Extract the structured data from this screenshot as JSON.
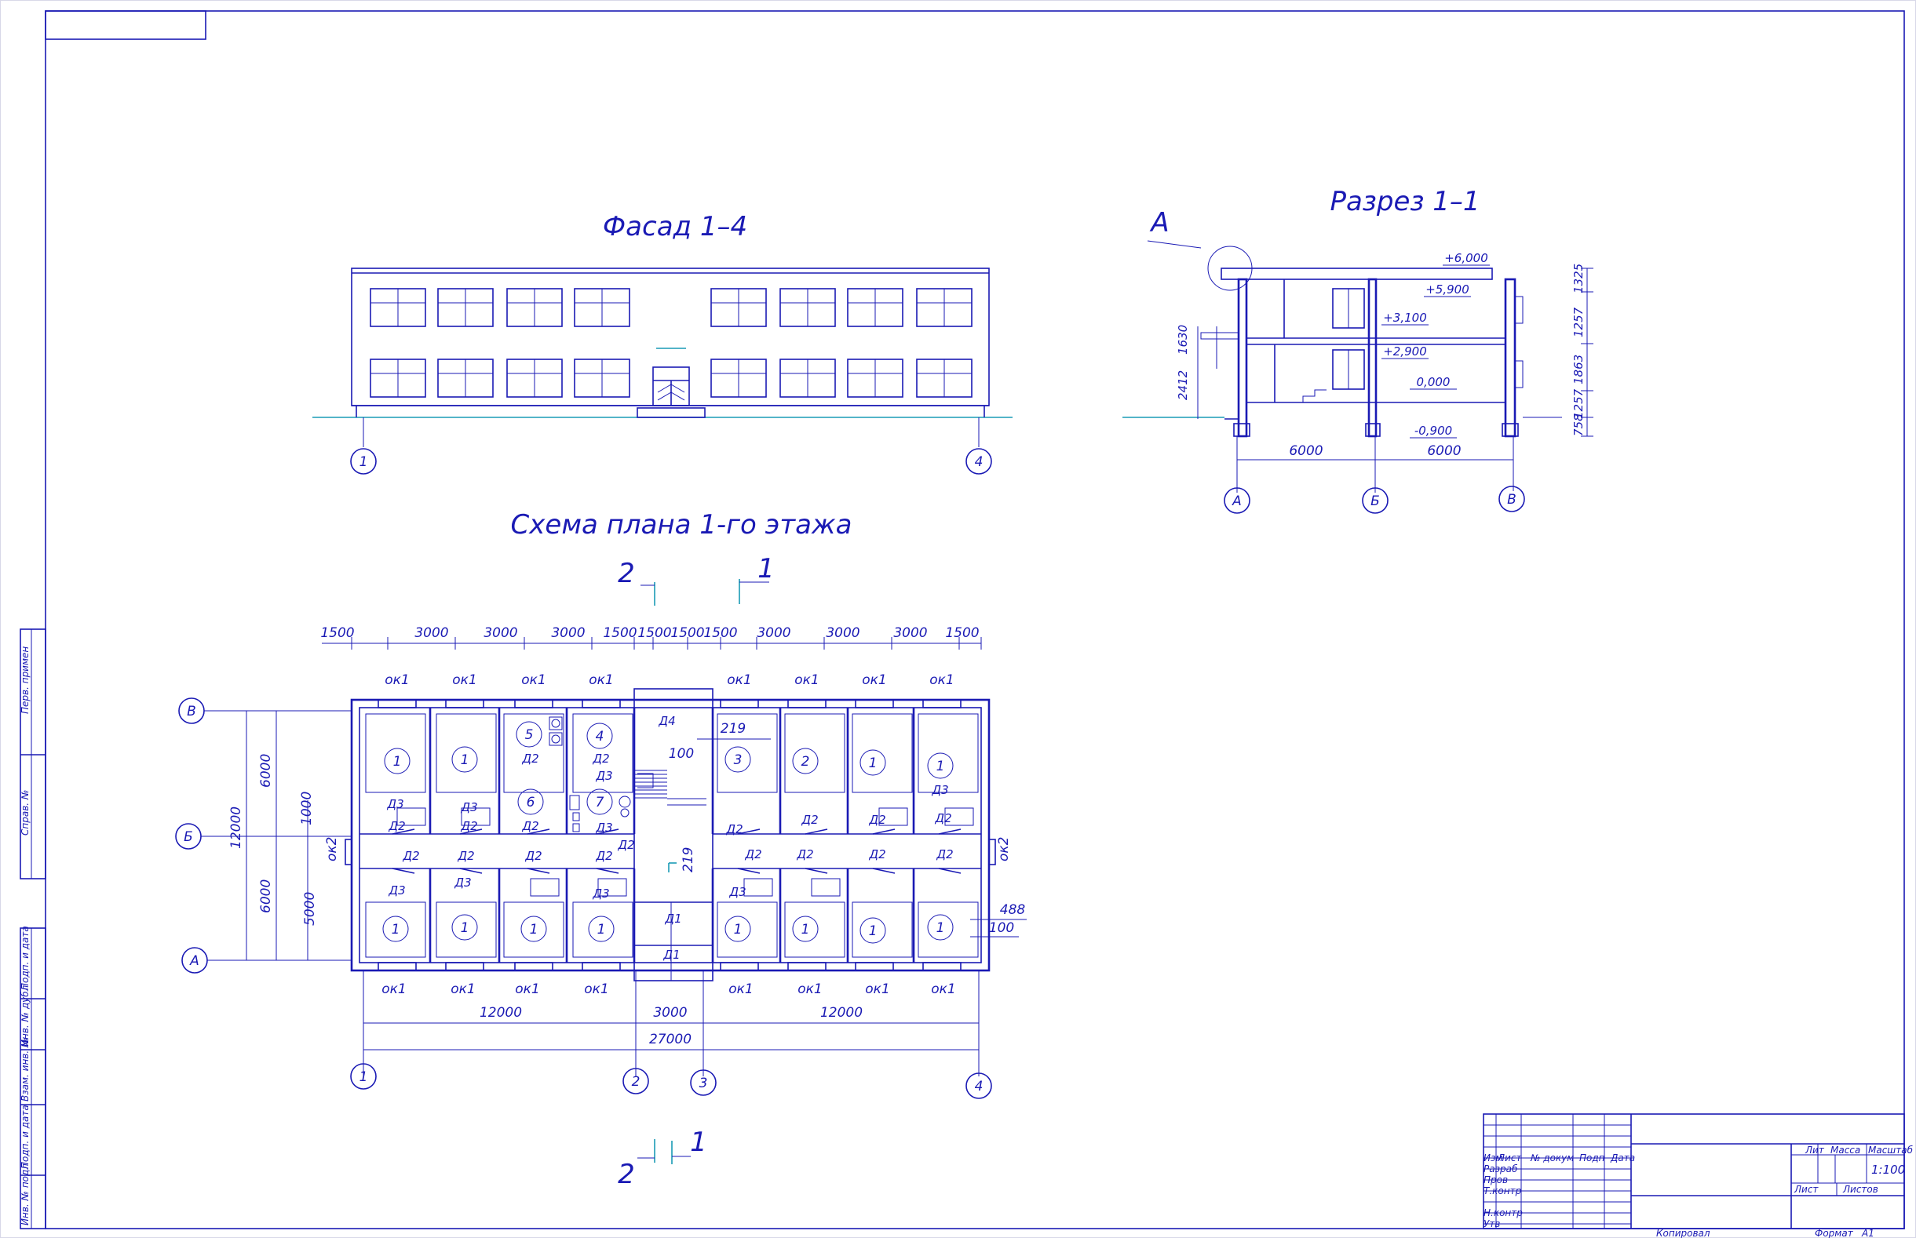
{
  "views": {
    "facade_title": "Фасад 1–4",
    "section_title": "Разрез 1–1",
    "plan_title": "Схема плана 1-го этажа",
    "detail_marker": "А"
  },
  "facade": {
    "axis_left": "1",
    "axis_right": "4"
  },
  "section": {
    "levels": [
      "+6,000",
      "+5,900",
      "+3,100",
      "+2,900",
      "0,000",
      "-0,900"
    ],
    "right_dims": [
      "1325",
      "1257",
      "1863",
      "1257",
      "758"
    ],
    "left_dims": [
      "1630",
      "2412"
    ],
    "bottom_dims": [
      "6000",
      "6000"
    ],
    "axes": [
      "А",
      "Б",
      "В"
    ]
  },
  "plan": {
    "top_dims": [
      "1500",
      "3000",
      "3000",
      "3000",
      "1500",
      "1500",
      "1500",
      "1500",
      "3000",
      "3000",
      "3000",
      "1500"
    ],
    "bottom_dims": [
      "12000",
      "3000",
      "12000"
    ],
    "total_dim": "27000",
    "left_dims": [
      "12000",
      "6000",
      "6000",
      "1000",
      "5000"
    ],
    "axes_rows": [
      "В",
      "Б",
      "А"
    ],
    "axes_cols": [
      "1",
      "2",
      "3",
      "4"
    ],
    "window_top": [
      "ок1",
      "ок1",
      "ок1",
      "ок1",
      "ок1",
      "ок1",
      "ок1",
      "ок1"
    ],
    "window_bottom": [
      "ок1",
      "ок1",
      "ок1",
      "ок1",
      "ок1",
      "ок1",
      "ок1",
      "ок1"
    ],
    "window_side_left": "ок2",
    "window_side_right": "ок2",
    "room_numbers_top": [
      "1",
      "1",
      "5",
      "4",
      "3",
      "2",
      "1",
      "1"
    ],
    "room_numbers_mid": [
      "6",
      "7"
    ],
    "room_numbers_bottom": [
      "1",
      "1",
      "1",
      "1",
      "1",
      "1",
      "1",
      "1"
    ],
    "doors": {
      "d1": "Д1",
      "d2": "Д2",
      "d3": "Д3",
      "d4": "Д4"
    },
    "misc_dims": [
      "219",
      "100",
      "219",
      "488",
      "100"
    ],
    "section_marks": {
      "left": "2",
      "right": "1"
    }
  },
  "stamp": {
    "col_headers": [
      "Изм",
      "Лист",
      "№ докум",
      "Подп",
      "Дата"
    ],
    "rows": [
      "Разраб",
      "Пров",
      "Т.контр",
      "",
      "Н.контр",
      "Утв"
    ],
    "lit": "Лит",
    "mass": "Масса",
    "scale": "Масштаб",
    "scale_value": "1:100",
    "sheet": "Лист",
    "sheets": "Листов",
    "copied": "Копировал",
    "format": "Формат",
    "format_value": "А1"
  },
  "side_stamp": [
    "Перв. примен",
    "Справ. №",
    "Подп. и дата",
    "Инв. № дубл",
    "Взам. инв. №",
    "Подп. и дата",
    "Инв. № подл"
  ]
}
